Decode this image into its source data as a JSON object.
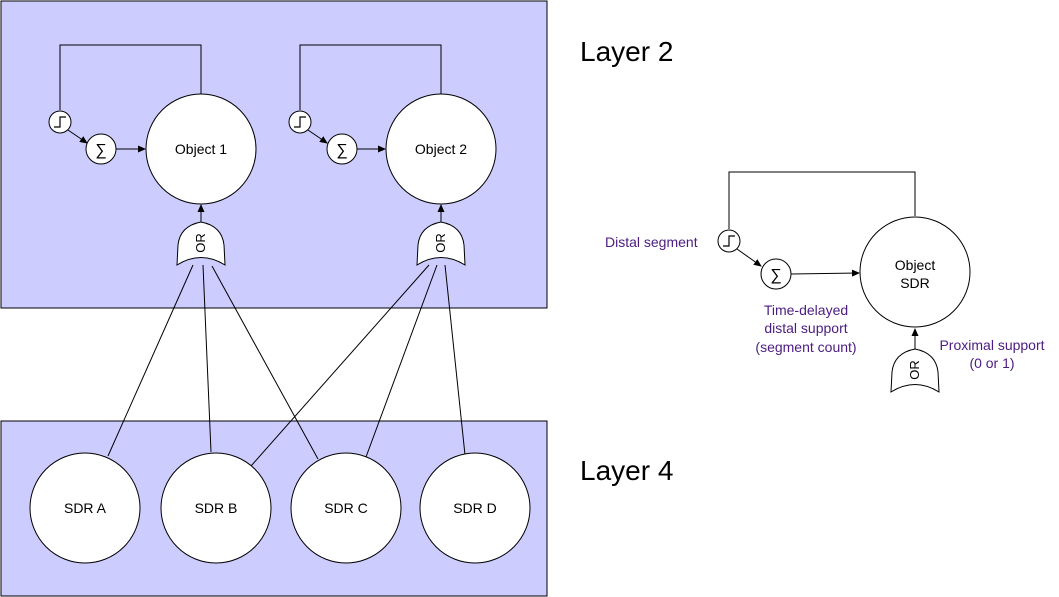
{
  "layer_labels": {
    "layer2": "Layer 2",
    "layer4": "Layer 4"
  },
  "objects": [
    {
      "label": "Object 1"
    },
    {
      "label": "Object 2"
    }
  ],
  "sdrs": [
    {
      "label": "SDR A"
    },
    {
      "label": "SDR B"
    },
    {
      "label": "SDR C"
    },
    {
      "label": "SDR D"
    }
  ],
  "symbols": {
    "sum": "∑",
    "or_gate": "OR"
  },
  "legend": {
    "object_label_line1": "Object",
    "object_label_line2": "SDR",
    "distal_segment": "Distal segment",
    "time_delayed_line1": "Time-delayed",
    "time_delayed_line2": "distal support",
    "time_delayed_line3": "(segment count)",
    "proximal_line1": "Proximal support",
    "proximal_line2": "(0 or 1)"
  },
  "colors": {
    "layer_fill": "#ccccff",
    "stroke": "#000000",
    "annotation": "#4b1c82"
  },
  "connections": [
    {
      "from": "SDR A",
      "to": "Object 1"
    },
    {
      "from": "SDR B",
      "to": "Object 1"
    },
    {
      "from": "SDR C",
      "to": "Object 1"
    },
    {
      "from": "SDR B",
      "to": "Object 2"
    },
    {
      "from": "SDR C",
      "to": "Object 2"
    },
    {
      "from": "SDR D",
      "to": "Object 2"
    }
  ]
}
